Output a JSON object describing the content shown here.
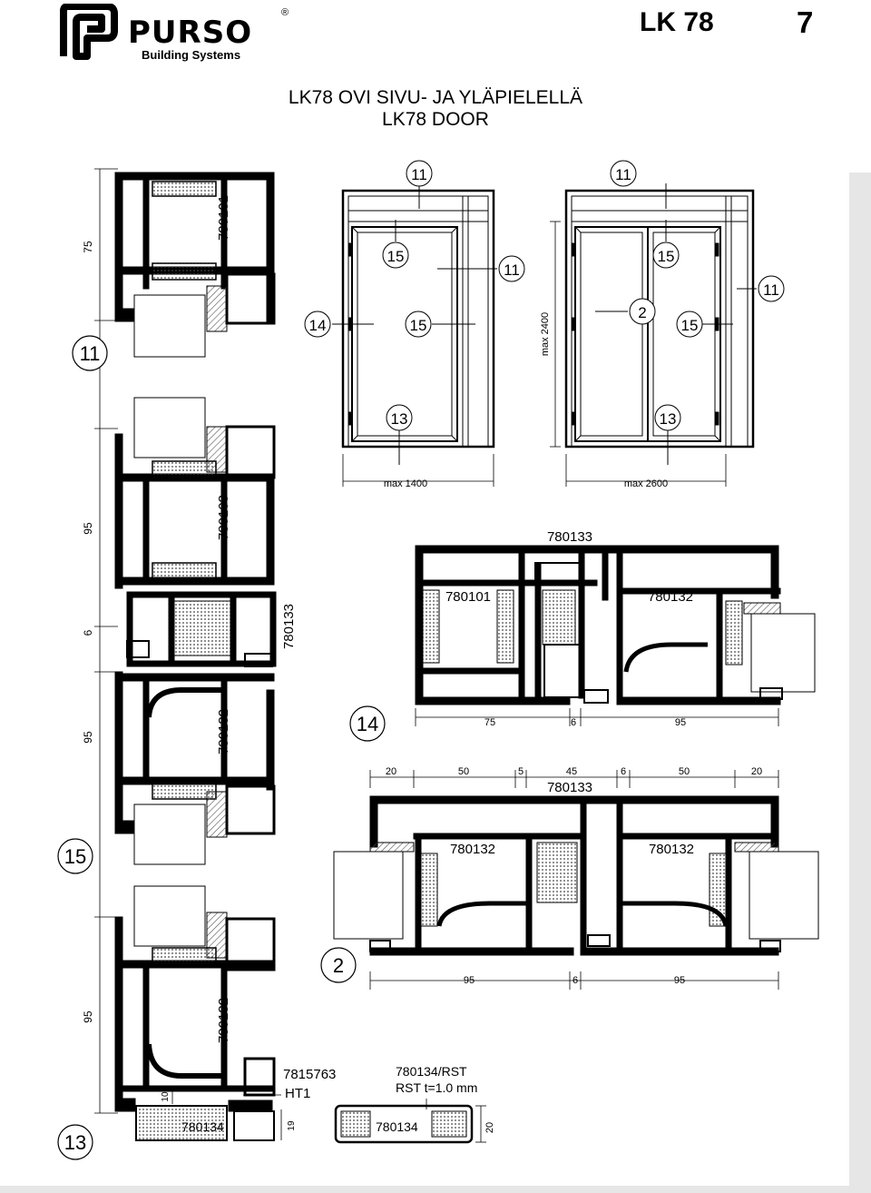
{
  "header": {
    "brand": "PURSO",
    "brand_sub": "Building Systems",
    "registered": "®",
    "product_code": "LK 78",
    "page_number": "7"
  },
  "title": {
    "line1": "LK78 OVI SIVU- JA YLÄPIELELLÄ",
    "line2": "LK78 DOOR"
  },
  "section_markers": {
    "m11": "11",
    "m15": "15",
    "m13": "13",
    "m14": "14",
    "m2": "2"
  },
  "elevations": {
    "single_door": {
      "markers_top": "11",
      "marker_panel": "15",
      "marker_right": "11",
      "marker_left": "14",
      "marker_mid": "15",
      "marker_bottom": "13",
      "width": "max 1400"
    },
    "double_door": {
      "markers_top": "11",
      "marker_panel": "15",
      "marker_right": "11",
      "marker_center": "2",
      "marker_mid": "15",
      "marker_bottom": "13",
      "width": "max 2600",
      "height": "max 2400"
    }
  },
  "vertical_section": {
    "profile_top": "780101",
    "profile_upper": "780103",
    "profile_transom": "780133",
    "profile_door_1": "780132",
    "profile_door_2": "780132",
    "dim_1": "75",
    "dim_2": "95",
    "dim_3": "6",
    "dim_4": "95",
    "dim_5": "95",
    "threshold": "7815763",
    "threshold_sub": "HT1",
    "threshold_profile": "780134",
    "dim_10": "10",
    "dim_19": "19"
  },
  "section_14": {
    "profile_top": "780133",
    "profile_left": "780101",
    "profile_right": "780132",
    "dims": [
      "75",
      "6",
      "95"
    ]
  },
  "section_2": {
    "top_dims": [
      "20",
      "50",
      "5",
      "45",
      "6",
      "50",
      "20"
    ],
    "profile_top": "780133",
    "profile_left": "780132",
    "profile_right": "780132",
    "dims": [
      "95",
      "6",
      "95"
    ]
  },
  "threshold_detail": {
    "label1": "780134/RST",
    "label2": "RST t=1.0 mm",
    "profile": "780134",
    "dim": "20"
  },
  "colors": {
    "ink": "#000000",
    "sidebar": "#e6e6e6",
    "hatch": "#888888",
    "gasket": "#555555"
  }
}
